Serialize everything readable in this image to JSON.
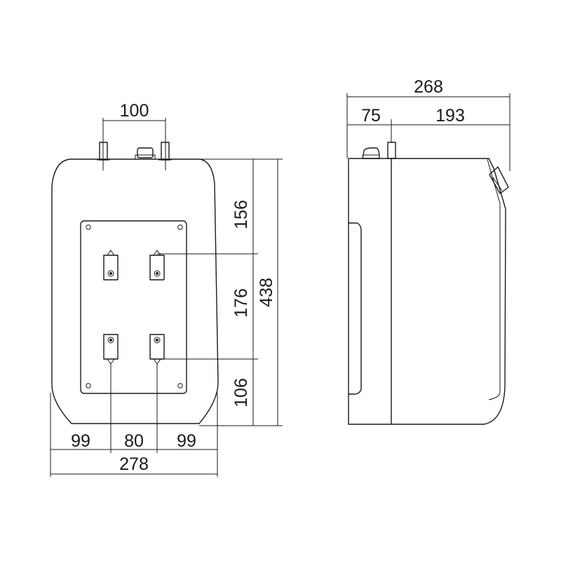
{
  "front_view": {
    "pipe_spacing": "100",
    "height_top_to_upper_holes": "156",
    "height_between_holes": "176",
    "height_lower_holes_to_bottom": "106",
    "total_height": "438",
    "left_to_hole": "99",
    "hole_spacing": "80",
    "hole_to_right": "99",
    "total_width": "278"
  },
  "side_view": {
    "total_depth": "268",
    "rear_to_pipe": "75",
    "pipe_to_front": "193"
  },
  "colors": {
    "line": "#1a1a1a",
    "background": "#ffffff"
  }
}
